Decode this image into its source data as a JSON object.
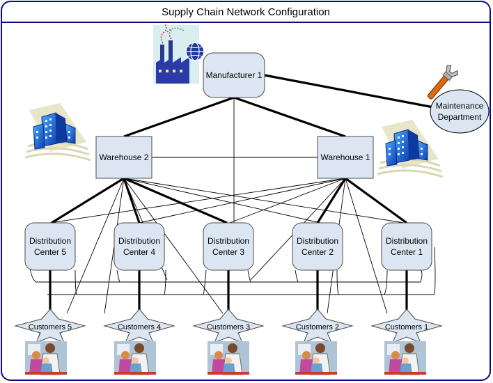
{
  "title": "Supply Chain Network Configuration",
  "colors": {
    "frame": "#0a0a8c",
    "node_fill": "#dce6f2",
    "node_stroke": "#4a4a4a",
    "edge": "#000000"
  },
  "nodes": {
    "manufacturer": "Manufacturer 1",
    "maintenance": [
      "Maintenance",
      "Department"
    ],
    "warehouse2": "Warehouse 2",
    "warehouse1": "Warehouse 1",
    "dc5": [
      "Distribution",
      "Center 5"
    ],
    "dc4": [
      "Distribution",
      "Center 4"
    ],
    "dc3": [
      "Distribution",
      "Center 3"
    ],
    "dc2": [
      "Distribution",
      "Center 2"
    ],
    "dc1": [
      "Distribution",
      "Center 1"
    ],
    "cust5": "Customers 5",
    "cust4": "Customers 4",
    "cust3": "Customers 3",
    "cust2": "Customers 2",
    "cust1": "Customers 1"
  },
  "icons": {
    "factory": "factory-icon",
    "wrench": "wrench-icon",
    "building": "office-building-icon",
    "people": "customers-people-icon"
  }
}
